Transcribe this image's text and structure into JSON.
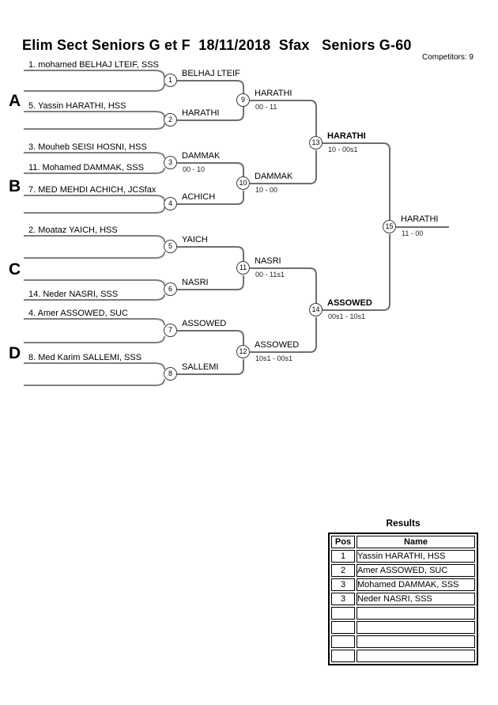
{
  "header": {
    "title": "Elim Sect Seniors G et F  18/11/2018  Sfax   Seniors G-60",
    "competitors": "Competitors: 9"
  },
  "sections": {
    "a": "A",
    "b": "B",
    "c": "C",
    "d": "D"
  },
  "entries": [
    "1. mohamed BELHAJ LTEIF, SSS",
    "5. Yassin HARATHI, HSS",
    "3. Mouheb SEISI HOSNI, HSS",
    "11. Mohamed DAMMAK, SSS",
    "7. MED MEHDI ACHICH, JCSfax",
    "2. Moataz YAICH, HSS",
    "14. Neder NASRI, SSS",
    "4. Amer ASSOWED, SUC",
    "8. Med Karim SALLEMI, SSS"
  ],
  "matches": {
    "m1": {
      "n": "1",
      "winner": "BELHAJ LTEIF"
    },
    "m2": {
      "n": "2",
      "winner": "HARATHI"
    },
    "m3": {
      "n": "3",
      "winner": "DAMMAK",
      "score": "00 - 10"
    },
    "m4": {
      "n": "4",
      "winner": "ACHICH"
    },
    "m5": {
      "n": "5",
      "winner": "YAICH"
    },
    "m6": {
      "n": "6",
      "winner": "NASRI"
    },
    "m7": {
      "n": "7",
      "winner": "ASSOWED"
    },
    "m8": {
      "n": "8",
      "winner": "SALLEMI"
    },
    "m9": {
      "n": "9",
      "winner": "HARATHI",
      "score": "00 - 11"
    },
    "m10": {
      "n": "10",
      "winner": "DAMMAK",
      "score": "10 - 00"
    },
    "m11": {
      "n": "11",
      "winner": "NASRI",
      "score": "00 - 11s1"
    },
    "m12": {
      "n": "12",
      "winner": "ASSOWED",
      "score": "10s1 - 00s1"
    },
    "m13": {
      "n": "13",
      "winner": "HARATHI",
      "score": "10 - 00s1"
    },
    "m14": {
      "n": "14",
      "winner": "ASSOWED",
      "score": "00s1 - 10s1"
    },
    "m15": {
      "n": "15",
      "winner": "HARATHI",
      "score": "11 - 00"
    }
  },
  "results": {
    "title": "Results",
    "columns": {
      "pos": "Pos",
      "name": "Name"
    },
    "rows": [
      {
        "pos": "1",
        "name": "Yassin HARATHI, HSS"
      },
      {
        "pos": "2",
        "name": "Amer ASSOWED, SUC"
      },
      {
        "pos": "3",
        "name": "Mohamed DAMMAK, SSS"
      },
      {
        "pos": "3",
        "name": "Neder NASRI, SSS"
      },
      {
        "pos": "",
        "name": ""
      },
      {
        "pos": "",
        "name": ""
      },
      {
        "pos": "",
        "name": ""
      },
      {
        "pos": "",
        "name": ""
      }
    ]
  },
  "colors": {
    "line": "#7f7f7f",
    "connector": "#6e6e6e",
    "text": "#000000"
  }
}
